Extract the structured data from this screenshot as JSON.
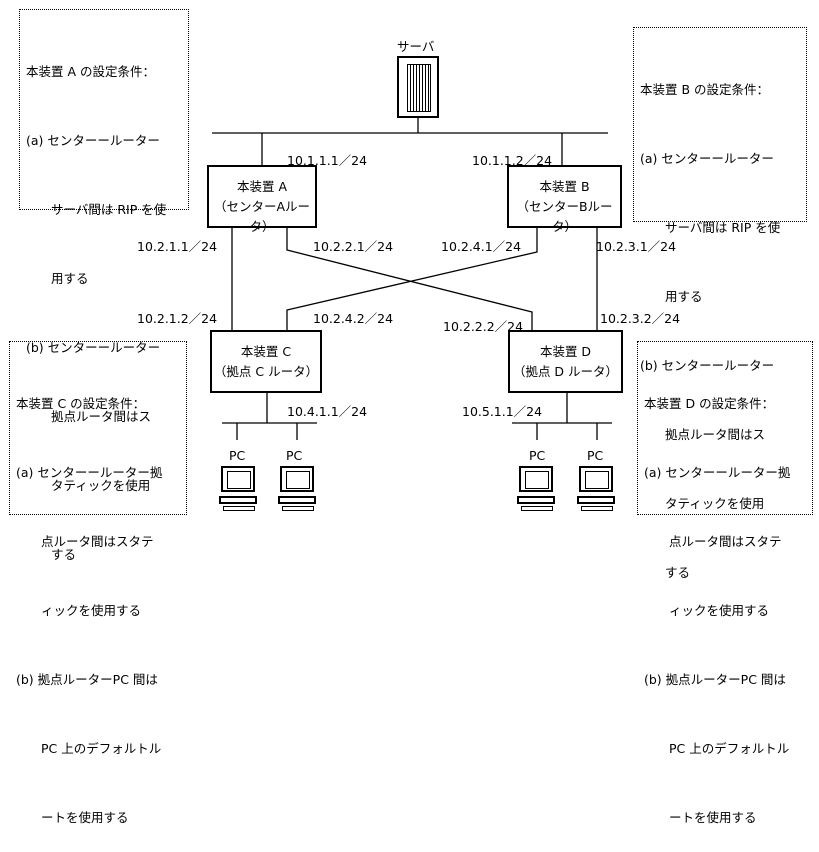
{
  "server": {
    "label": "サーバ"
  },
  "devices": {
    "a": {
      "name": "本装置 A",
      "role": "（センターAルータ）"
    },
    "b": {
      "name": "本装置 B",
      "role": "（センターBルータ）"
    },
    "c": {
      "name": "本装置 C",
      "role": "（拠点 C ルータ）"
    },
    "d": {
      "name": "本装置 D",
      "role": "（拠点 D ルータ）"
    }
  },
  "addresses": {
    "a_top": "10.1.1.1／24",
    "b_top": "10.1.1.2／24",
    "a_c": "10.2.1.1／24",
    "a_d": "10.2.2.1／24",
    "b_c": "10.2.4.1／24",
    "b_d": "10.2.3.1／24",
    "c_a": "10.2.1.2／24",
    "c_b": "10.2.4.2／24",
    "d_a": "10.2.2.2／24",
    "d_b": "10.2.3.2／24",
    "c_lan": "10.4.1.1／24",
    "d_lan": "10.5.1.1／24"
  },
  "pc_label": "PC",
  "notes": {
    "a": [
      "本装置 A の設定条件：",
      "(a) センターールーター",
      "　　サーバ間は RIP を使",
      "　　用する",
      "(b) センターールーター",
      "　　拠点ルータ間はス",
      "　　タティックを使用",
      "　　する"
    ],
    "b": [
      "本装置 B の設定条件：",
      "(a) センターールーター",
      "　　サーバ間は RIP を使",
      "　　用する",
      "(b) センターールーター",
      "　　拠点ルータ間はス",
      "　　タティックを使用",
      "　　する"
    ],
    "c": [
      "本装置 C の設定条件：",
      "(a) センターールーター拠",
      "　　点ルータ間はスタテ",
      "　　ィックを使用する",
      "(b) 拠点ルーターPC 間は",
      "　　PC 上のデフォルトル",
      "　　ートを使用する"
    ],
    "d": [
      "本装置 D の設定条件：",
      "(a) センターールーター拠",
      "　　点ルータ間はスタテ",
      "　　ィックを使用する",
      "(b) 拠点ルーターPC 間は",
      "　　PC 上のデフォルトル",
      "　　ートを使用する"
    ]
  }
}
